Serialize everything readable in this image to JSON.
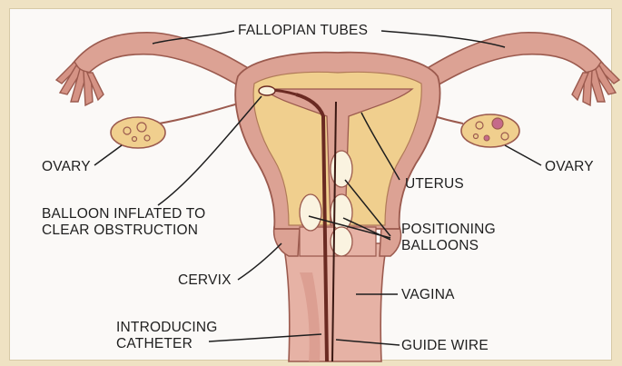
{
  "labels": {
    "fallopian_tubes": "FALLOPIAN TUBES",
    "ovary_left": "OVARY",
    "ovary_right": "OVARY",
    "uterus": "UTERUS",
    "balloon_line1": "BALLOON INFLATED TO",
    "balloon_line2": "CLEAR OBSTRUCTION",
    "positioning_line1": "POSITIONING",
    "positioning_line2": "BALLOONS",
    "cervix": "CERVIX",
    "vagina": "VAGINA",
    "catheter_line1": "INTRODUCING",
    "catheter_line2": "CATHETER",
    "guide_wire": "GUIDE WIRE"
  },
  "colors": {
    "background": "#efe2c3",
    "panel": "#fbf9f7",
    "tissue_pink": "#dca294",
    "tissue_outline": "#9b5a4e",
    "uterine_wall": "#f0cf8e",
    "balloon": "#faf3e0",
    "catheter": "#6a2a22"
  }
}
